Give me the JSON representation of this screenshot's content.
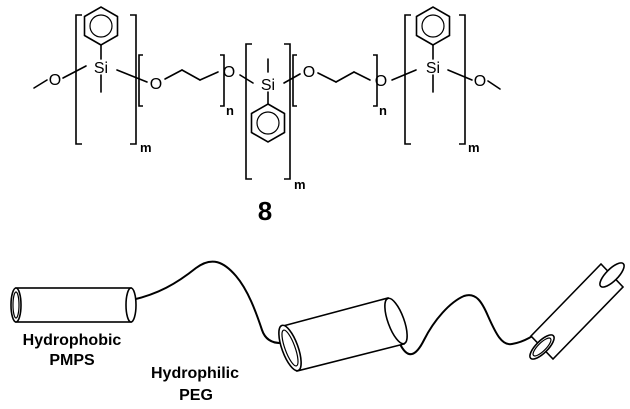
{
  "structure": {
    "atoms": {
      "oxygen": "O",
      "silicon": "Si"
    },
    "subscripts": {
      "m": "m",
      "n": "n"
    },
    "compound_number": "8"
  },
  "cartoon": {
    "hydrophobic_label_line1": "Hydrophobic",
    "hydrophobic_label_line2": "PMPS",
    "hydrophilic_label_line1": "Hydrophilic",
    "hydrophilic_label_line2": "PEG"
  }
}
